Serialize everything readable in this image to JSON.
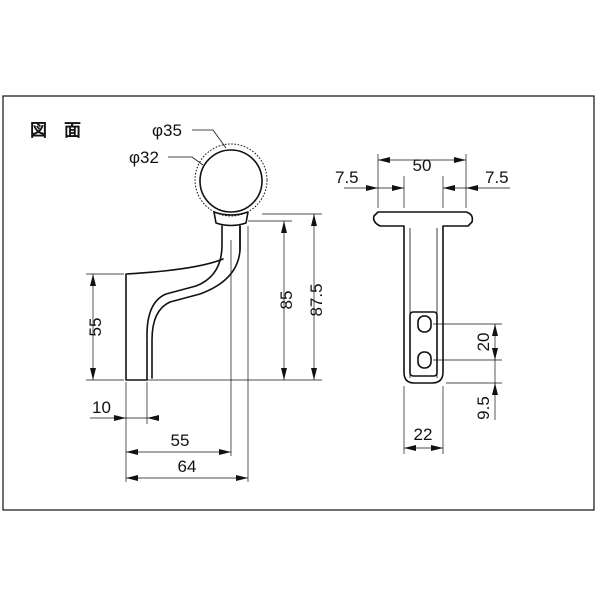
{
  "title": "図　面",
  "front_view": {
    "diameter_outer": "φ35",
    "diameter_inner": "φ32",
    "height_base": "55",
    "thickness": "10",
    "height_mid": "85",
    "height_total": "87.5",
    "projection": "55",
    "projection_total": "64"
  },
  "side_view": {
    "width_plate": "50",
    "edge_left": "7.5",
    "edge_right": "7.5",
    "hole_spacing": "20",
    "hole_bottom": "9.5",
    "width_base": "22"
  }
}
